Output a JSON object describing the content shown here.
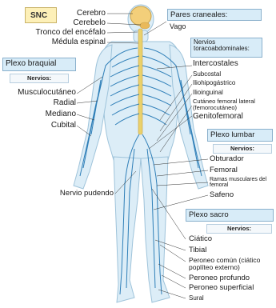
{
  "colors": {
    "nerve": "#2f7fb8",
    "body_fill": "#dcedf7",
    "body_outline": "#9ec3da",
    "brain": "#f3cf7a",
    "spinal_cord": "#ead16b",
    "label_box_fill": "#d8ecf8",
    "label_box_border": "#8ab0cc"
  },
  "cns": {
    "heading": "SNC",
    "items": [
      "Cerebro",
      "Cerebelo",
      "Tronco del encéfalo",
      "Médula espinal"
    ]
  },
  "cranial": {
    "heading": "Pares craneales:",
    "items": [
      "Vago"
    ]
  },
  "thoracoabdominal": {
    "heading": "Nervios toracoabdominales:",
    "items": [
      "Intercostales",
      "Subcostal",
      "Iliohipogástrico",
      "Ilioinguinal",
      "Cutáneo femoral lateral (femorocutáneo)",
      "Genitofemoral"
    ]
  },
  "brachial": {
    "heading": "Plexo braquial",
    "subheading": "Nervios:",
    "items": [
      "Musculocutáneo",
      "Radial",
      "Mediano",
      "Cubital"
    ]
  },
  "lumbar": {
    "heading": "Plexo lumbar",
    "subheading": "Nervios:",
    "items": [
      "Obturador",
      "Femoral",
      "Ramas musculares del femoral",
      "Safeno"
    ]
  },
  "pudendal": {
    "label": "Nervio pudendo"
  },
  "sacral": {
    "heading": "Plexo sacro",
    "subheading": "Nervios:",
    "items": [
      "Ciático",
      "Tibial",
      "Peroneo común (ciático poplíteo externo)",
      "Peroneo profundo",
      "Peroneo superficial",
      "Sural"
    ]
  }
}
